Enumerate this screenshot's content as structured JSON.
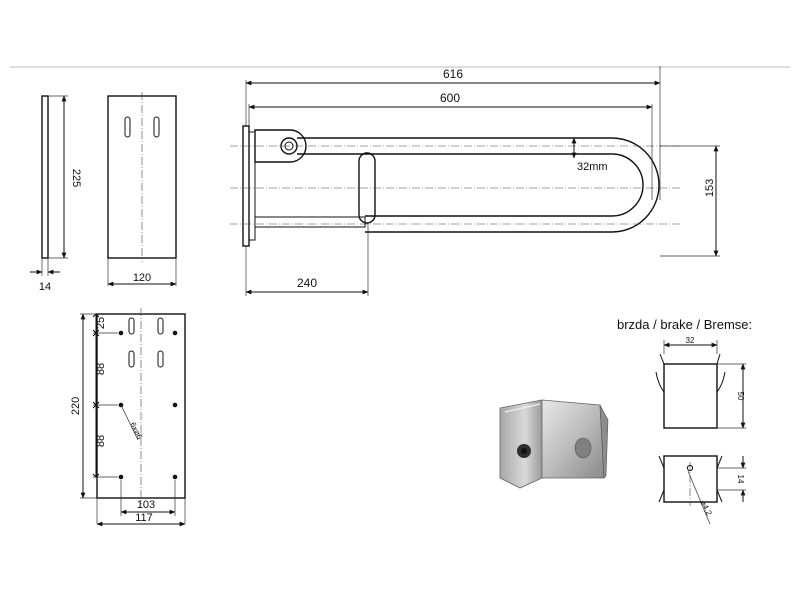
{
  "drawing": {
    "side_plate": {
      "height_label": "225",
      "thickness_label": "14"
    },
    "front_plate": {
      "width_label": "120"
    },
    "grab_bar": {
      "total_length_label": "616",
      "bar_length_label": "600",
      "tube_diameter_label": "32mm",
      "height_label": "153",
      "grip_position_label": "240"
    },
    "mount_plate": {
      "top_offset_label": "25",
      "hole_spacing_upper_label": "88",
      "hole_spacing_lower_label": "88",
      "height_label": "220",
      "hole_spec_label": "6x⌀6",
      "hole_width_label": "103",
      "width_label": "117"
    },
    "brake": {
      "caption": "brzda / brake / Bremse:",
      "width_label": "32",
      "height_label": "50",
      "depth_label": "14",
      "hole_label": "⌀4,2"
    }
  }
}
